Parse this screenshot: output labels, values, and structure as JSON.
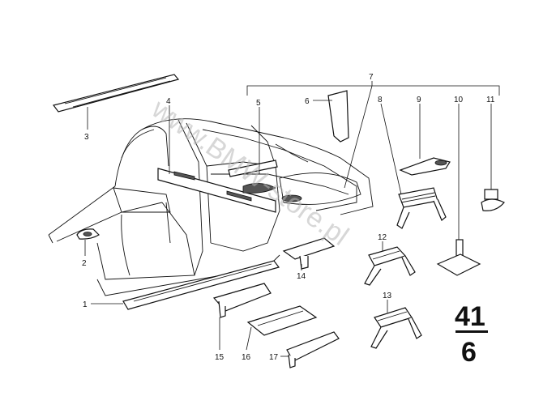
{
  "callouts": [
    "1",
    "2",
    "3",
    "4",
    "5",
    "6",
    "7",
    "8",
    "9",
    "10",
    "11",
    "12",
    "13",
    "14",
    "15",
    "16",
    "17"
  ],
  "group": {
    "number": "41",
    "subgroup": "6"
  },
  "watermark": "www.BMW-store.pl"
}
